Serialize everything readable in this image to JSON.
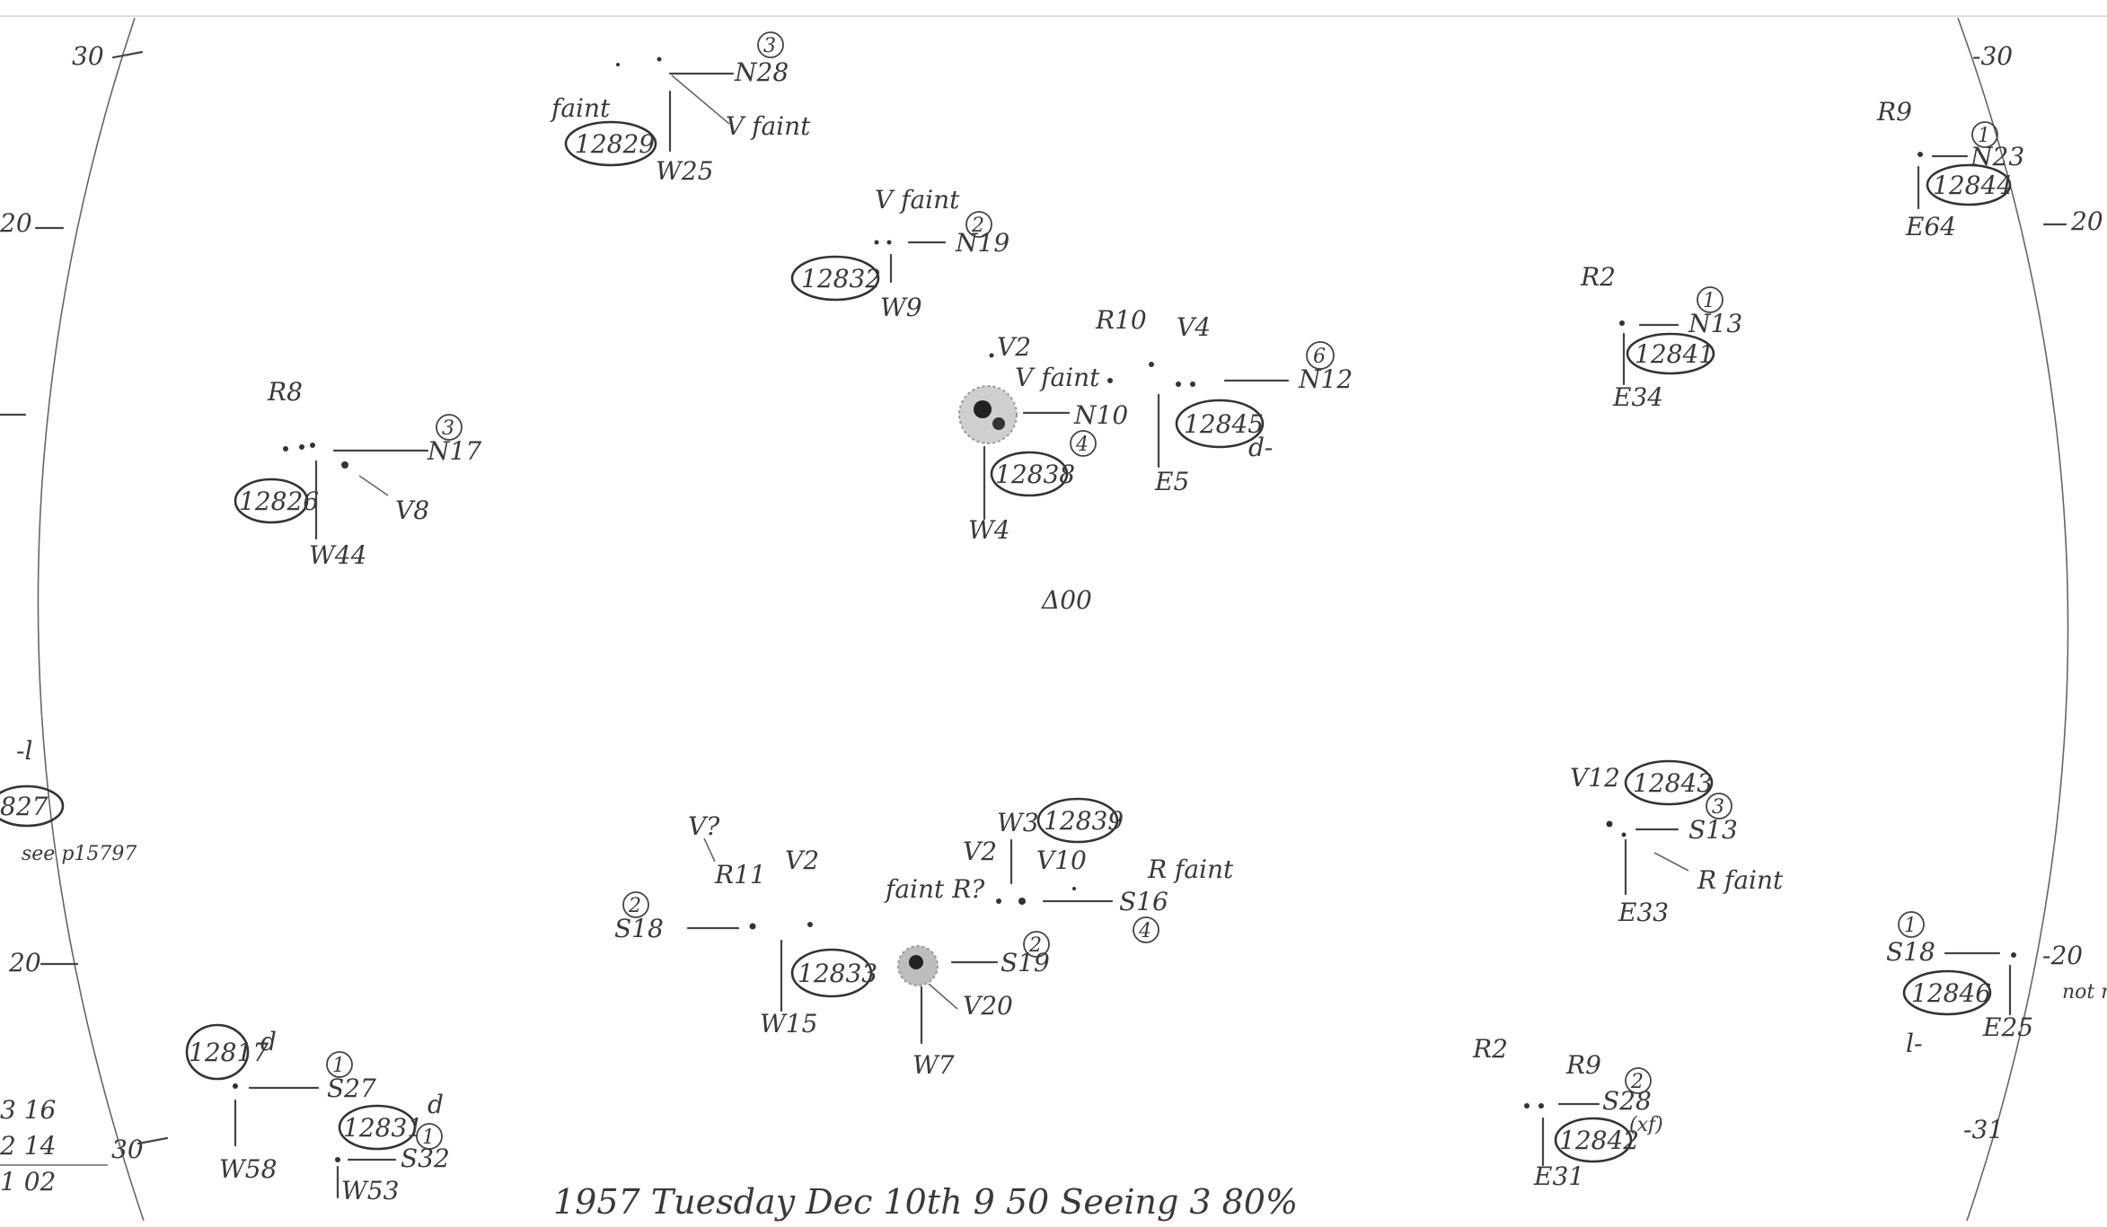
{
  "footer_note": "1957 Tuesday Dec 10th 9 50 Seeing 3 80%",
  "center_mark": "Δ00",
  "margin_left": {
    "tick_30": "30",
    "tick_20": "20",
    "tick_20b": "20",
    "tick_30b": "30",
    "flag": "-l",
    "group_id": "827",
    "note": "see p15797",
    "numbers": [
      "3 16",
      "2 14",
      "1 02"
    ]
  },
  "margin_right": {
    "tick_30": "-30",
    "tick_20": "20",
    "tick_20b": "-20",
    "tick_31": "-31",
    "note": "not returned"
  },
  "groups": [
    {
      "id": "12829",
      "n": "N28",
      "w": "W25",
      "count": "3",
      "extra": [
        "faint",
        "V faint"
      ]
    },
    {
      "id": "12832",
      "n": "N19",
      "w": "W9",
      "count": "2",
      "extra": [
        "V faint"
      ]
    },
    {
      "id": "12826",
      "n": "N17",
      "w": "W44",
      "count": "3",
      "extra": [
        "R8",
        "V8"
      ]
    },
    {
      "id": "12838",
      "n": "N10",
      "w": "W4",
      "count": "4",
      "extra": [
        "V2",
        "V faint"
      ]
    },
    {
      "id": "12845",
      "n": "N12",
      "e": "E5",
      "count": "6",
      "extra": [
        "R10",
        "V4",
        "d-"
      ]
    },
    {
      "id": "12841",
      "n": "N13",
      "e": "E34",
      "count": "1",
      "extra": [
        "R2"
      ]
    },
    {
      "id": "12844",
      "n": "N23",
      "e": "E64",
      "count": "1",
      "extra": [
        "R9"
      ]
    },
    {
      "id": "12843",
      "s": "S13",
      "e": "E33",
      "count": "3",
      "extra": [
        "V12",
        "R faint"
      ]
    },
    {
      "id": "12846",
      "s": "S18",
      "e": "E25",
      "count": "1",
      "extra": [
        "l-"
      ]
    },
    {
      "id": "12842",
      "s": "S28",
      "e": "E31",
      "count": "2",
      "extra": [
        "R2",
        "R9",
        "(xf)"
      ]
    },
    {
      "id": "12833",
      "s": "S18",
      "w": "W15",
      "count": "2",
      "extra": [
        "V?",
        "R11",
        "V2"
      ]
    },
    {
      "id": "12839",
      "s": "S16",
      "w": "W3",
      "count": "4",
      "extra": [
        "V2",
        "V10",
        "R faint"
      ]
    },
    {
      "id": "spot-S19",
      "s": "S19",
      "w": "W7",
      "count": "2",
      "extra": [
        "faint R?",
        "V20"
      ]
    },
    {
      "id": "12817",
      "s": "S27",
      "w": "W58",
      "count": "1",
      "extra": [
        "d"
      ]
    },
    {
      "id": "12831",
      "s": "S32",
      "w": "W53",
      "count": "1",
      "extra": [
        "d"
      ]
    }
  ]
}
